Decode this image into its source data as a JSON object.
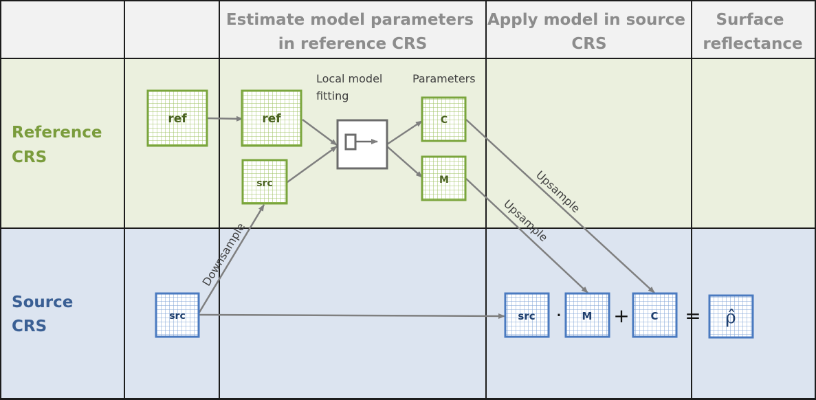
{
  "columns": {
    "estimate": [
      "Estimate model parameters",
      "in reference CRS"
    ],
    "apply": [
      "Apply model in source",
      "CRS"
    ],
    "surface": [
      "Surface",
      "reflectance"
    ]
  },
  "rows": {
    "reference": [
      "Reference",
      "CRS"
    ],
    "source": [
      "Source",
      "CRS"
    ]
  },
  "labels": {
    "local_model": [
      "Local model",
      "fitting"
    ],
    "parameters": "Parameters",
    "downsample": "Downsample",
    "upsample": "Upsample"
  },
  "grids": {
    "ref": "ref",
    "src": "src",
    "c": "C",
    "m": "M"
  },
  "operators": {
    "dot": "·",
    "plus": "+",
    "equals": "="
  },
  "result_symbol": "ρ̂",
  "colors": {
    "header_bg": "#f2f2f2",
    "reference_bg": "#ebf0de",
    "source_bg": "#dce4f0",
    "green": "#7aa53c",
    "blue": "#4a7ac0",
    "arrow": "#7f7f7f"
  }
}
